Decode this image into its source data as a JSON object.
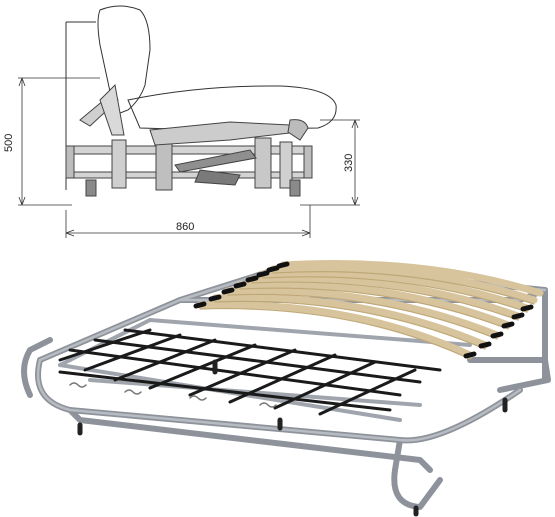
{
  "dimensions": {
    "total_height": "500",
    "seat_height": "330",
    "depth": "860"
  }
}
